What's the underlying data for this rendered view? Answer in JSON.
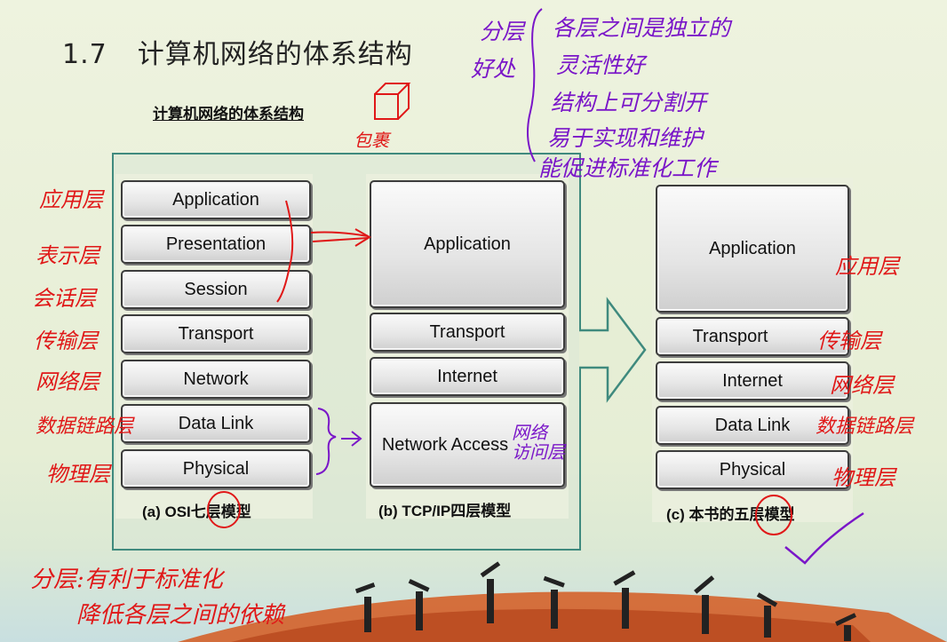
{
  "slide": {
    "number": "1.7",
    "title": "计算机网络的体系结构",
    "subtitle": "计算机网络的体系结构"
  },
  "osi": {
    "layers": [
      "Application",
      "Presentation",
      "Session",
      "Transport",
      "Network",
      "Data Link",
      "Physical"
    ],
    "caption": "(a) OSI七层模型"
  },
  "tcpip": {
    "layers": [
      "Application",
      "Transport",
      "Internet",
      "Network Access"
    ],
    "caption": "(b) TCP/IP四层模型"
  },
  "five": {
    "layers": [
      "Application",
      "Transport",
      "Internet",
      "Data Link",
      "Physical"
    ],
    "caption": "(c) 本书的五层模型"
  },
  "annotations": {
    "left": [
      "应用层",
      "表示层",
      "会话层",
      "传输层",
      "网络层",
      "数据链路层",
      "物理层"
    ],
    "right": [
      "应用层",
      "传输层",
      "网络层",
      "数据链路层",
      "物理层"
    ],
    "network_access_note": "网络\n访问层",
    "package_note": "包裹",
    "top_left_labels": [
      "分层",
      "好处"
    ],
    "top_notes": [
      "各层之间是独立的",
      "灵活性好",
      "结构上可分割开",
      "易于实现和维护",
      "能促进标准化工作"
    ],
    "bottom_notes": [
      "分层:有利于标准化",
      "降低各层之间的依赖"
    ]
  },
  "colors": {
    "frame": "#3f8a7e",
    "red_ink": "#e01818",
    "purple_ink": "#7a16c8"
  }
}
